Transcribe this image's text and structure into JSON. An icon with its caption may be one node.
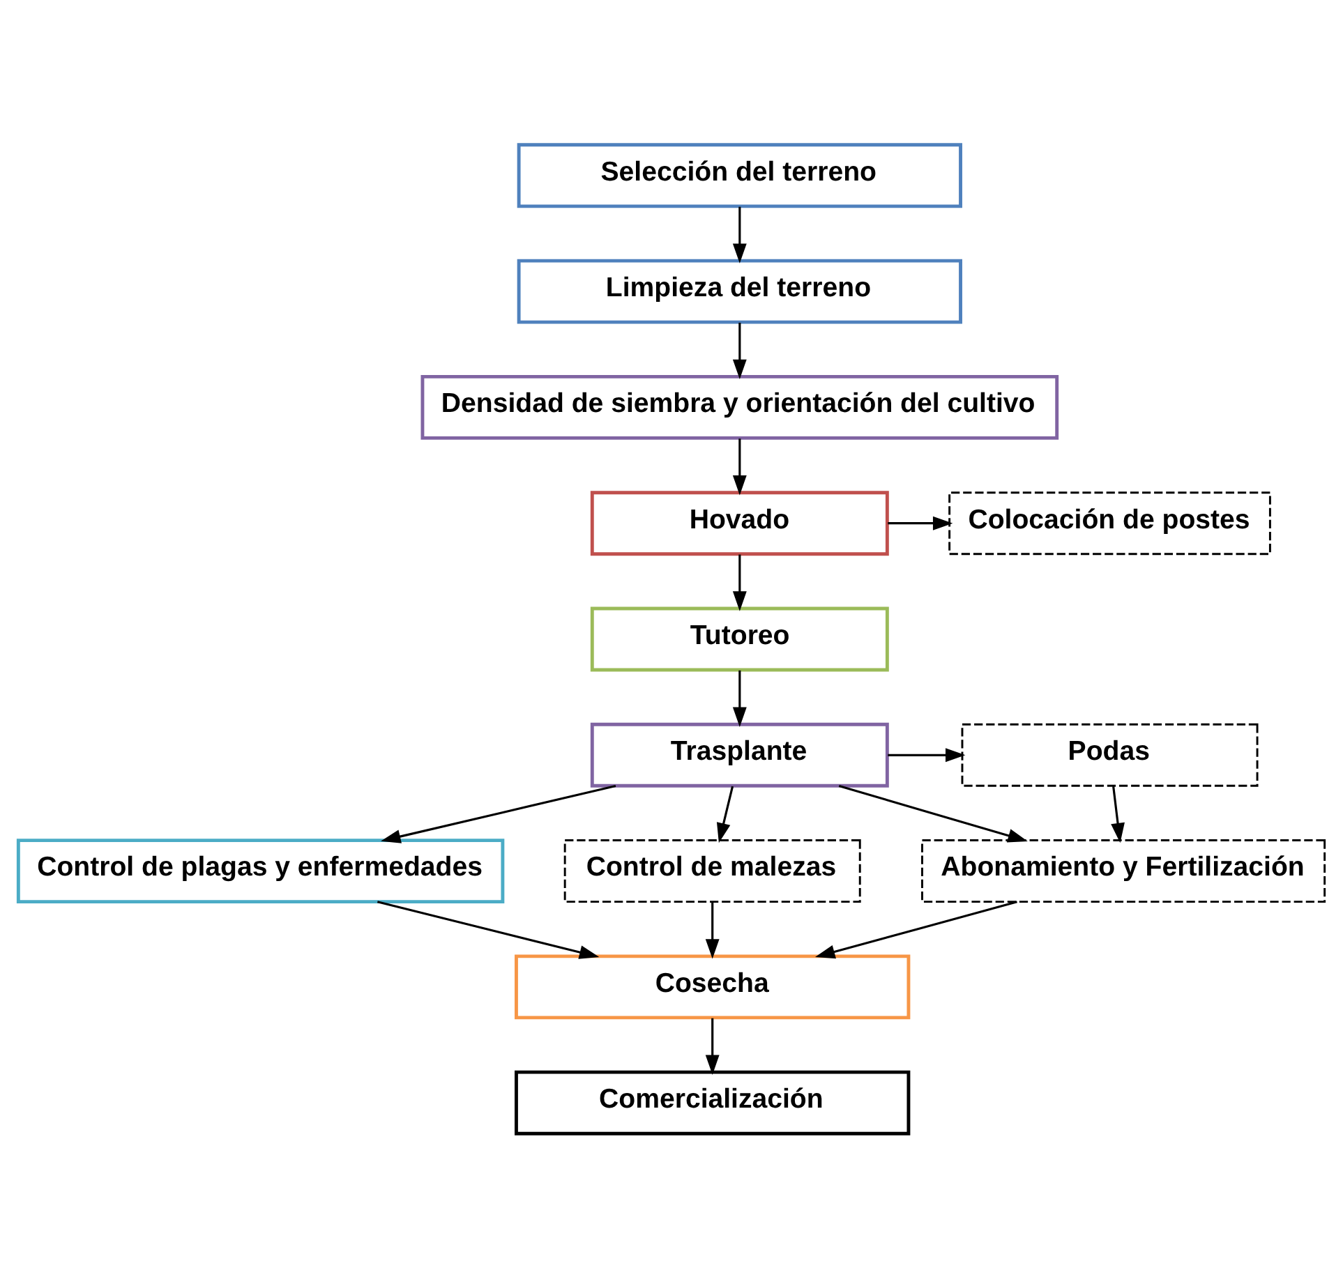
{
  "diagram": {
    "nodes": [
      {
        "text": [
          "Selección del terreno"
        ]
      },
      {
        "text": [
          "Limpieza del terreno"
        ]
      },
      {
        "text": [
          "Densidad de siembra y orientación del cultivo"
        ]
      },
      {
        "text": [
          "Colocación de postes"
        ]
      },
      {
        "text": [
          "Hovado"
        ]
      },
      {
        "text": [
          "Tutoreo"
        ]
      },
      {
        "text": [
          "Podas"
        ]
      },
      {
        "text": [
          "Trasplante"
        ]
      },
      {
        "text": [
          "Abonamiento y Fertilización"
        ]
      },
      {
        "text": [
          "Control de plagas y enfermedades"
        ]
      },
      {
        "text": [
          "Control de malezas"
        ]
      },
      {
        "text": [
          "Cosecha"
        ]
      },
      {
        "text": [
          "Comercialización"
        ]
      }
    ],
    "edges": [
      {
        "from": 0,
        "to": 1,
        "arrow": "to"
      },
      {
        "from": 1,
        "to": 2,
        "arrow": "to"
      },
      {
        "from": 2,
        "to": 4,
        "arrow": "to"
      },
      {
        "from": 4,
        "to": 3,
        "arrow": "to"
      },
      {
        "from": 4,
        "to": 5,
        "arrow": "to"
      },
      {
        "from": 5,
        "to": 7,
        "arrow": "to"
      },
      {
        "from": 7,
        "to": 6,
        "arrow": "to"
      },
      {
        "from": 6,
        "to": 8,
        "arrow": "to"
      },
      {
        "from": 7,
        "to": 8,
        "arrow": "to"
      },
      {
        "from": 7,
        "to": 9,
        "arrow": "to"
      },
      {
        "from": 7,
        "to": 10,
        "arrow": "to"
      },
      {
        "from": 8,
        "to": 11,
        "arrow": "to"
      },
      {
        "from": 9,
        "to": 11,
        "arrow": "to"
      },
      {
        "from": 10,
        "to": 11,
        "arrow": "to"
      },
      {
        "from": 11,
        "to": 12,
        "arrow": "to"
      }
    ]
  }
}
